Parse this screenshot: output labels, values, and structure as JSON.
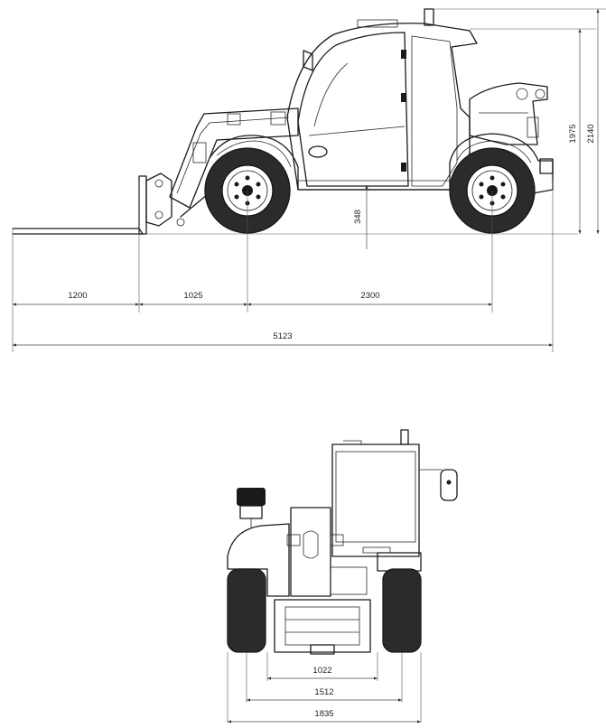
{
  "side_view": {
    "dimensions": {
      "fork_length": "1200",
      "front_overhang": "1025",
      "wheelbase": "2300",
      "overall_length": "5123",
      "ground_clearance": "348",
      "cab_height": "1975",
      "overall_height": "2140"
    }
  },
  "front_view": {
    "dimensions": {
      "inner_track": "1022",
      "track_width": "1512",
      "overall_width": "1835"
    }
  }
}
